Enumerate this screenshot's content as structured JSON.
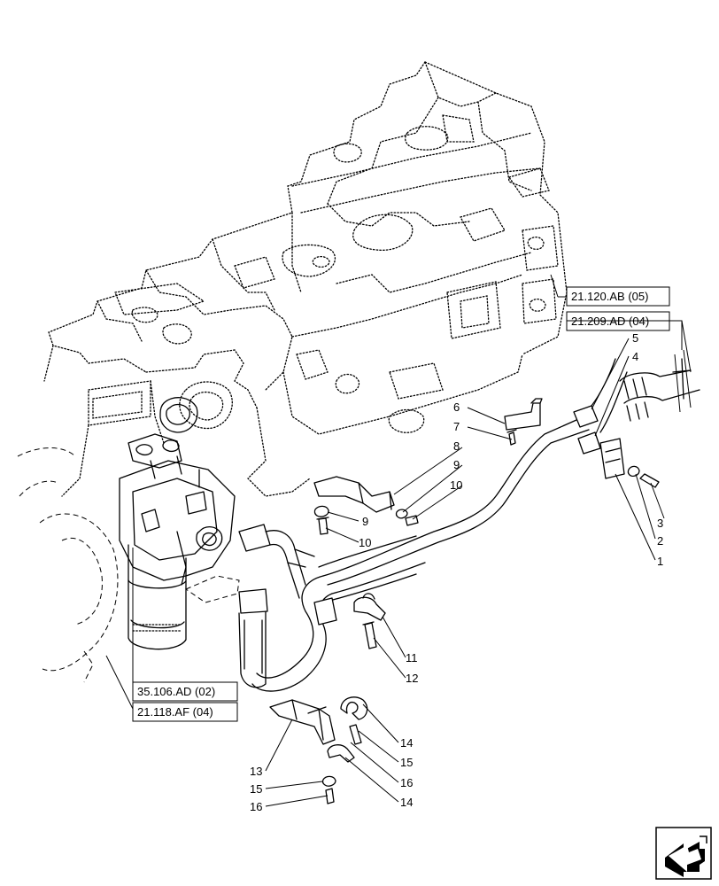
{
  "references": [
    {
      "id": "ref-21-120-ab",
      "text": "21.120.AB (05)"
    },
    {
      "id": "ref-21-209-ad",
      "text": "21.209.AD (04)"
    },
    {
      "id": "ref-35-106-ad",
      "text": "35.106.AD (02)"
    },
    {
      "id": "ref-21-118-af",
      "text": "21.118.AF (04)"
    }
  ],
  "callouts": {
    "c1": "1",
    "c2": "2",
    "c3": "3",
    "c4": "4",
    "c5": "5",
    "c6": "6",
    "c7": "7",
    "c8": "8",
    "c9a": "9",
    "c9b": "9",
    "c10a": "10",
    "c10b": "10",
    "c11": "11",
    "c12": "12",
    "c13": "13",
    "c14a": "14",
    "c14b": "14",
    "c15a": "15",
    "c15b": "15",
    "c16a": "16",
    "c16b": "16"
  },
  "nav_icon": "next-page-arrow-icon"
}
